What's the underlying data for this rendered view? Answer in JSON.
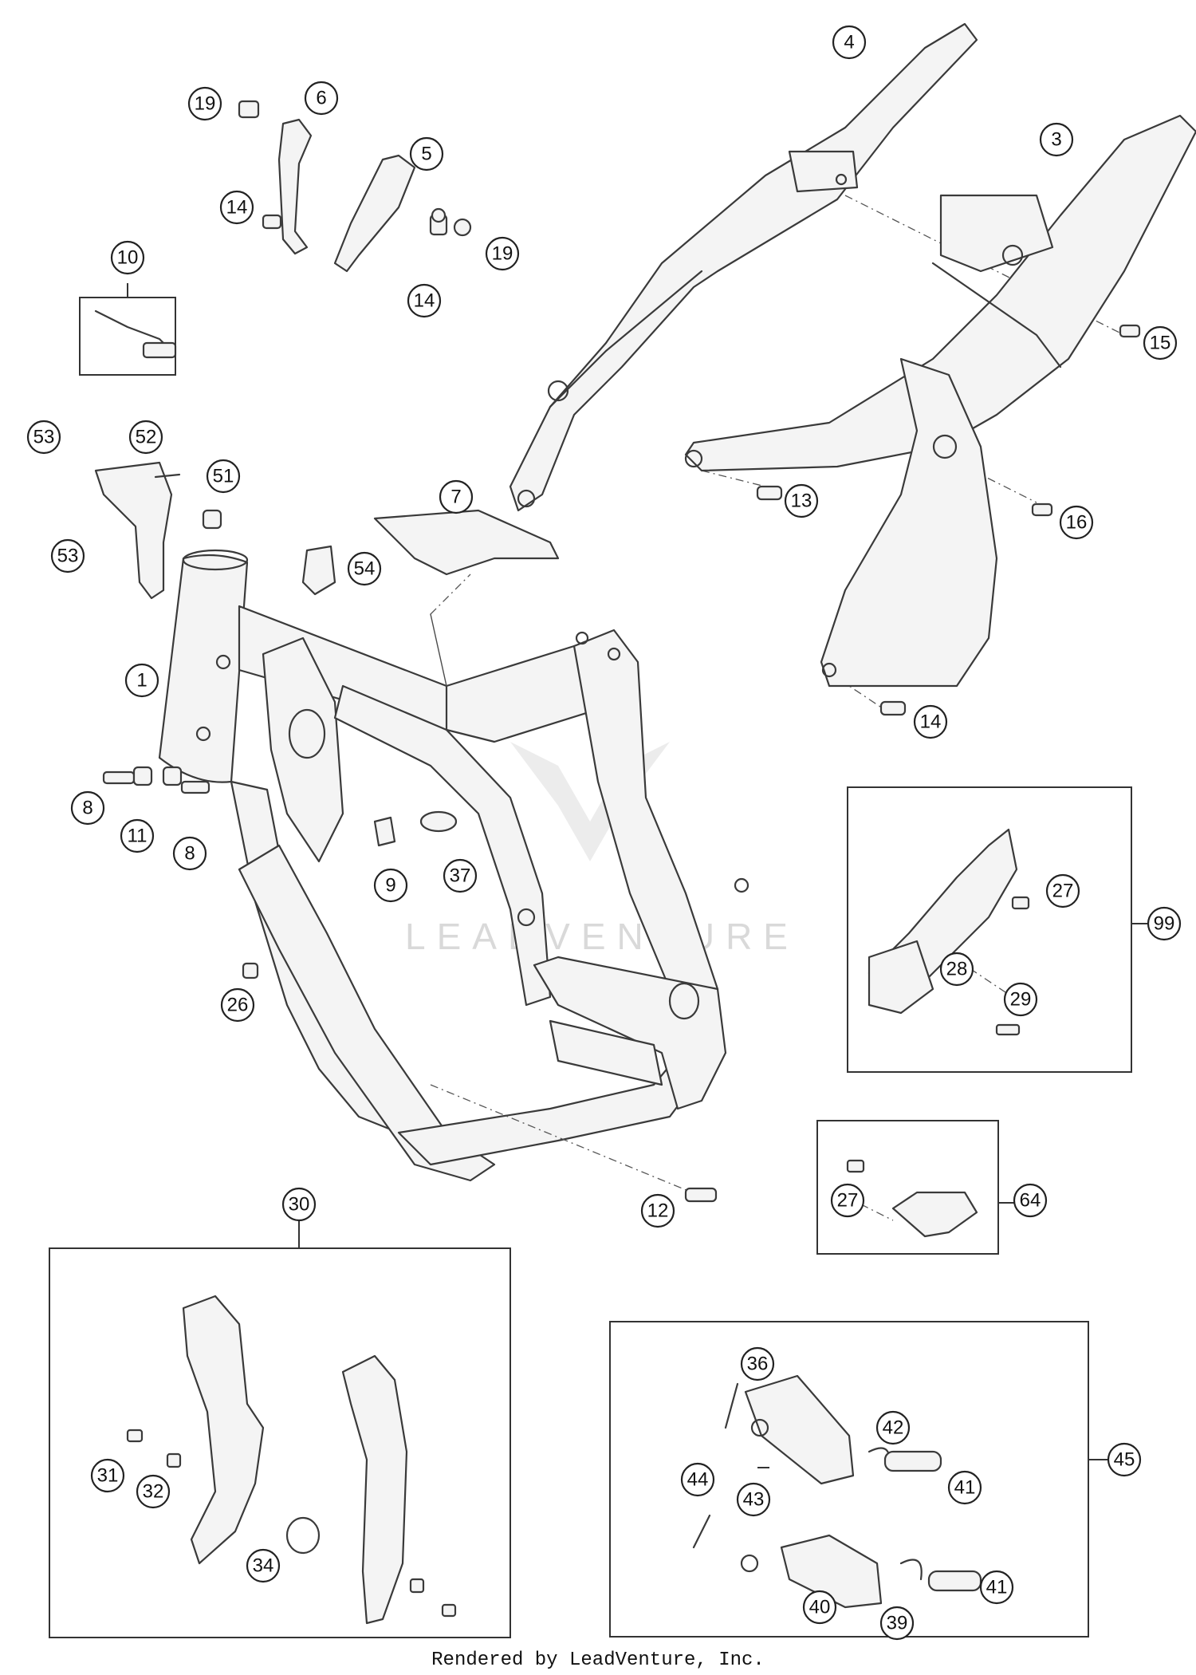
{
  "watermark": "LEADVENTURE",
  "footer": "Rendered by LeadVenture, Inc.",
  "callouts": [
    "1",
    "3",
    "4",
    "5",
    "6",
    "7",
    "8",
    "9",
    "10",
    "11",
    "12",
    "13",
    "14",
    "15",
    "16",
    "19",
    "26",
    "27",
    "28",
    "29",
    "30",
    "31",
    "32",
    "34",
    "36",
    "37",
    "39",
    "40",
    "41",
    "42",
    "43",
    "44",
    "45",
    "51",
    "52",
    "53",
    "54",
    "64",
    "99"
  ]
}
